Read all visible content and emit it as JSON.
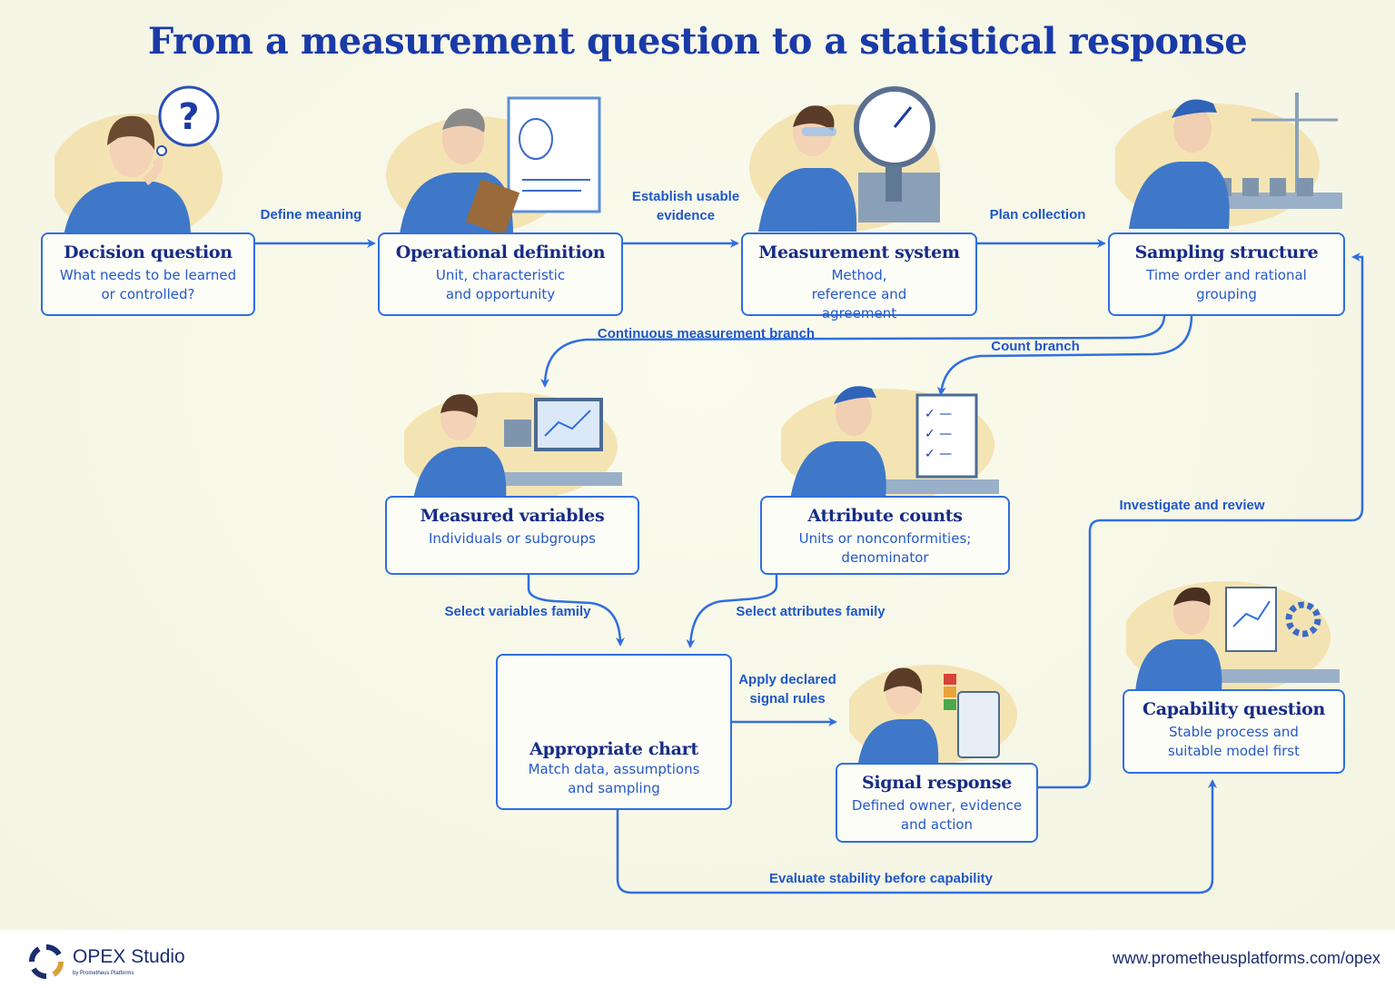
{
  "title": "From a measurement question to a statistical response",
  "steps": {
    "decision": {
      "title": "Decision question",
      "sub": "What needs to be learned or controlled?"
    },
    "operational": {
      "title": "Operational definition",
      "sub": "Unit, characteristic and opportunity"
    },
    "measurement": {
      "title": "Measurement system",
      "sub": "Method, reference and agreement"
    },
    "sampling": {
      "title": "Sampling structure",
      "sub": "Time order and rational grouping"
    },
    "variables": {
      "title": "Measured variables",
      "sub": "Individuals or subgroups"
    },
    "attributes": {
      "title": "Attribute counts",
      "sub": "Units or nonconformities; denominator"
    },
    "chart": {
      "title": "Appropriate chart",
      "sub": "Match data, assumptions and sampling"
    },
    "signal": {
      "title": "Signal response",
      "sub": "Defined owner, evidence and action"
    },
    "capability": {
      "title": "Capability question",
      "sub": "Stable process and suitable model first"
    }
  },
  "edges": {
    "define_meaning": "Define meaning",
    "establish_evidence": "Establish usable evidence",
    "plan_collection": "Plan collection",
    "continuous_branch": "Continuous measurement branch",
    "count_branch": "Count branch",
    "select_variables": "Select variables family",
    "select_attributes": "Select attributes family",
    "apply_rules": "Apply declared signal rules",
    "investigate": "Investigate and review",
    "evaluate_stability": "Evaluate stability before capability"
  },
  "footer": {
    "brand": "OPEX Studio",
    "brand_sub": "by Prometheus Platforms",
    "url": "www.prometheusplatforms.com/opex"
  },
  "colors": {
    "accent": "#2f6fe0",
    "title": "#1a3aa8",
    "box_title": "#162c86",
    "worker": "#3f78c8",
    "bg": "#f6f6e6"
  }
}
